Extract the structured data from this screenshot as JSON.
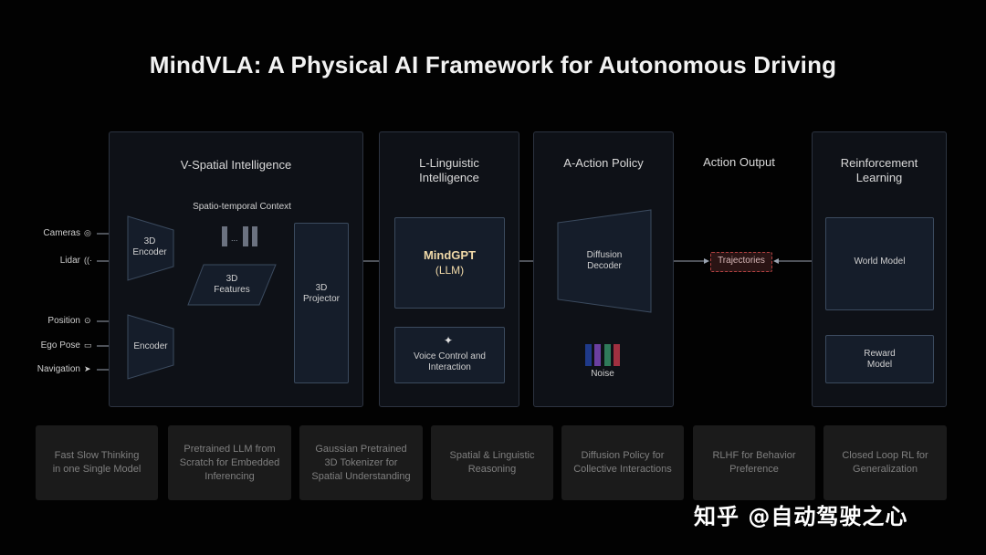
{
  "title": "MindVLA: A Physical AI Framework for Autonomous Driving",
  "panels": {
    "spatial": {
      "title": "V-Spatial Intelligence",
      "context_label": "Spatio-temporal Context",
      "context_dots": "...",
      "encoder3d": "3D\nEncoder",
      "features3d": "3D\nFeatures",
      "encoder": "Encoder",
      "projector": "3D\nProjector",
      "inputs": [
        {
          "label": "Cameras",
          "icon": "camera-icon"
        },
        {
          "label": "Lidar",
          "icon": "lidar-icon"
        },
        {
          "label": "Position",
          "icon": "location-pin-icon"
        },
        {
          "label": "Ego Pose",
          "icon": "car-icon"
        },
        {
          "label": "Navigation",
          "icon": "navigation-arrow-icon"
        }
      ]
    },
    "linguistic": {
      "title": "L-Linguistic\nIntelligence",
      "mindgpt": "MindGPT",
      "mindgpt_sub": "(LLM)",
      "voice": "Voice Control and\nInteraction"
    },
    "action": {
      "title": "A-Action Policy",
      "diffusion": "Diffusion\nDecoder",
      "noise": "Noise"
    },
    "output": {
      "title": "Action Output",
      "trajectories": "Trajectories"
    },
    "rl": {
      "title": "Reinforcement\nLearning",
      "world_model": "World Model",
      "reward_model": "Reward\nModel"
    }
  },
  "bottom_cards": [
    "Fast Slow Thinking\nin one Single Model",
    "Pretrained LLM from\nScratch for Embedded\nInferencing",
    "Gaussian Pretrained\n3D Tokenizer for\nSpatial Understanding",
    "Spatial & Linguistic\nReasoning",
    "Diffusion Policy for\nCollective Interactions",
    "RLHF for Behavior\nPreference",
    "Closed Loop RL for\nGeneralization"
  ],
  "watermark": "知乎 @自动驾驶之心",
  "colors": {
    "background": "#020202",
    "panel": "#0e1117",
    "box": "#151d2a",
    "box_border": "#3b4a5e",
    "trajectory_border": "#b04040",
    "mindgpt_text": "#f0d9a8",
    "noise_bars": [
      "#1f3a8a",
      "#6b3fa0",
      "#2f7a5a",
      "#a03040"
    ]
  }
}
